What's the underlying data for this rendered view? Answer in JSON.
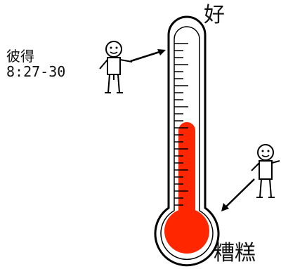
{
  "labels": {
    "top": "好",
    "bottom": "糟糕",
    "reference": "彼得\n8:27-30"
  },
  "thermometer": {
    "level_fraction": 0.57,
    "fill_color": "#ff2600",
    "outline_color": "#000000"
  },
  "icons": [
    "stick-figure-icon",
    "arrow-icon"
  ]
}
